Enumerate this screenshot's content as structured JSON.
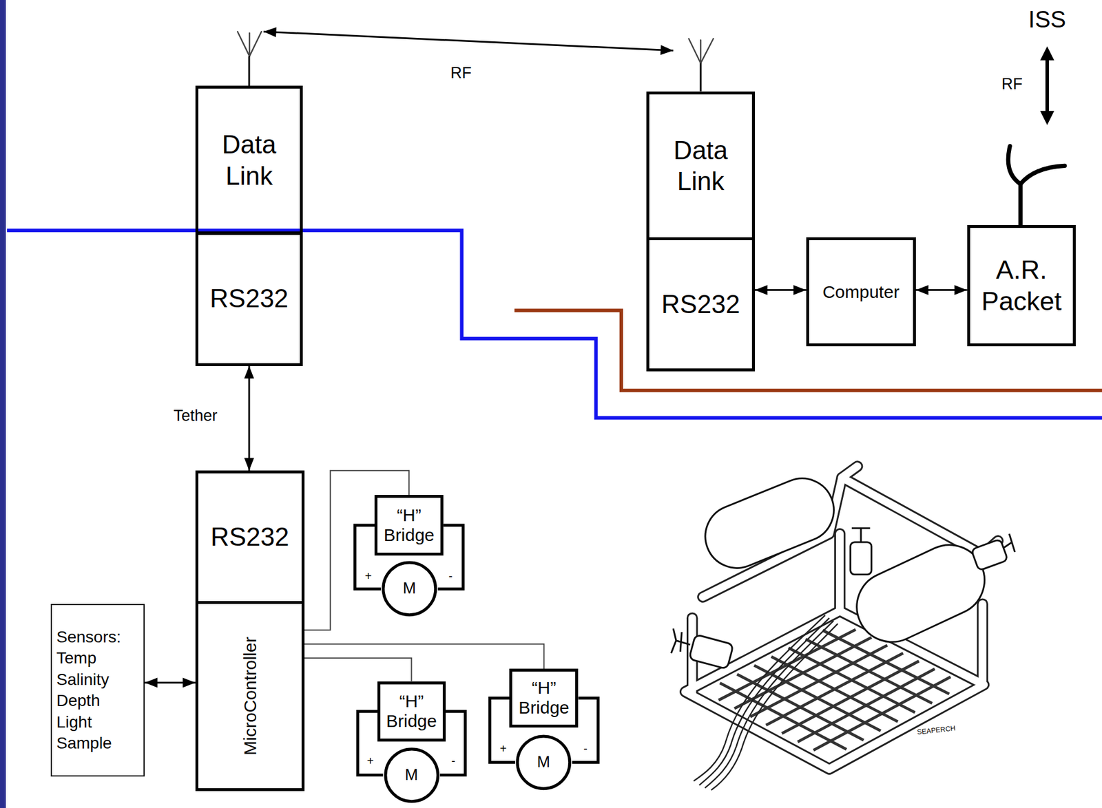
{
  "diagram": {
    "nodes": [
      {
        "text": [
          "Data Link"
        ]
      },
      {
        "text": [
          "RS232"
        ]
      },
      {
        "text": [
          "Data Link"
        ]
      },
      {
        "text": [
          "RS232"
        ]
      },
      {
        "text": [
          "Computer"
        ]
      },
      {
        "text": [
          "A.R. Packet"
        ]
      },
      {
        "text": [
          "RS232"
        ]
      },
      {
        "text": [
          "MicroController"
        ]
      },
      {
        "text": [
          "Sensors: Temp Salinity Depth Light Sample"
        ]
      },
      {
        "text": [
          "“H” Bridge"
        ]
      },
      {
        "text": [
          "M"
        ]
      },
      {
        "text": [
          "“H” Bridge"
        ]
      },
      {
        "text": [
          "M"
        ]
      },
      {
        "text": [
          "“H” Bridge"
        ]
      },
      {
        "text": [
          "M"
        ]
      }
    ],
    "edges": [
      {
        "from": 0,
        "to": 2,
        "arrow": "both",
        "label": "RF"
      },
      {
        "from": 3,
        "to": 4,
        "arrow": "both"
      },
      {
        "from": 4,
        "to": 5,
        "arrow": "both"
      },
      {
        "from": 1,
        "to": 6,
        "arrow": "both",
        "label": "Tether"
      },
      {
        "from": 8,
        "to": 7,
        "arrow": "both"
      },
      {
        "from": 7,
        "to": 9,
        "arrow": "none"
      },
      {
        "from": 7,
        "to": 13,
        "arrow": "none"
      },
      {
        "from": 7,
        "to": 11,
        "arrow": "none"
      },
      {
        "from": 9,
        "to": 10,
        "arrow": "none"
      },
      {
        "from": 9,
        "to": 10,
        "arrow": "none"
      },
      {
        "from": 11,
        "to": 12,
        "arrow": "none"
      },
      {
        "from": 11,
        "to": 12,
        "arrow": "none"
      },
      {
        "from": 13,
        "to": 14,
        "arrow": "none"
      },
      {
        "from": 13,
        "to": 14,
        "arrow": "none"
      }
    ],
    "labels": [
      "ISS",
      "RF",
      "+",
      "-",
      "+",
      "-",
      "+",
      "-",
      "SEAPERCH"
    ]
  }
}
